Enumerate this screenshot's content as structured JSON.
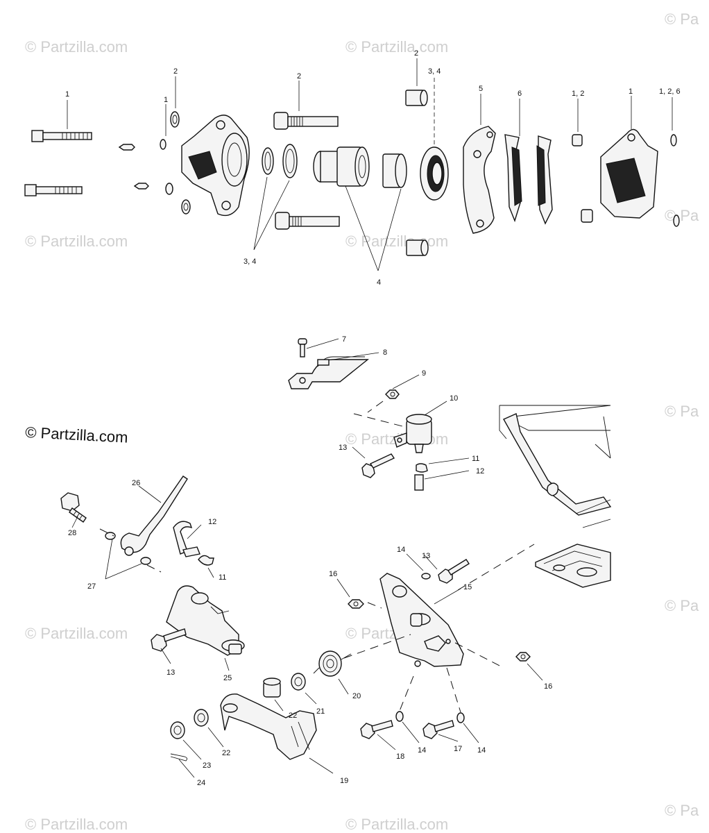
{
  "watermarks": {
    "light": "© Partzilla.com",
    "light_cut": "© Pa",
    "main": "© Partzilla.com"
  },
  "callouts": [
    "1",
    "2",
    "1",
    "2",
    "2",
    "3, 4",
    "5",
    "6",
    "1, 2",
    "1",
    "1, 2, 6",
    "3, 4",
    "4",
    "7",
    "8",
    "9",
    "10",
    "13",
    "11",
    "12",
    "26",
    "28",
    "27",
    "12",
    "11",
    "13",
    "25",
    "13",
    "14",
    "15",
    "16",
    "16",
    "20",
    "21",
    "22",
    "22",
    "23",
    "24",
    "19",
    "18",
    "14",
    "17",
    "14"
  ],
  "colors": {
    "ink": "#111111",
    "watermark": "#cfcfcf",
    "paper": "#ffffff"
  }
}
